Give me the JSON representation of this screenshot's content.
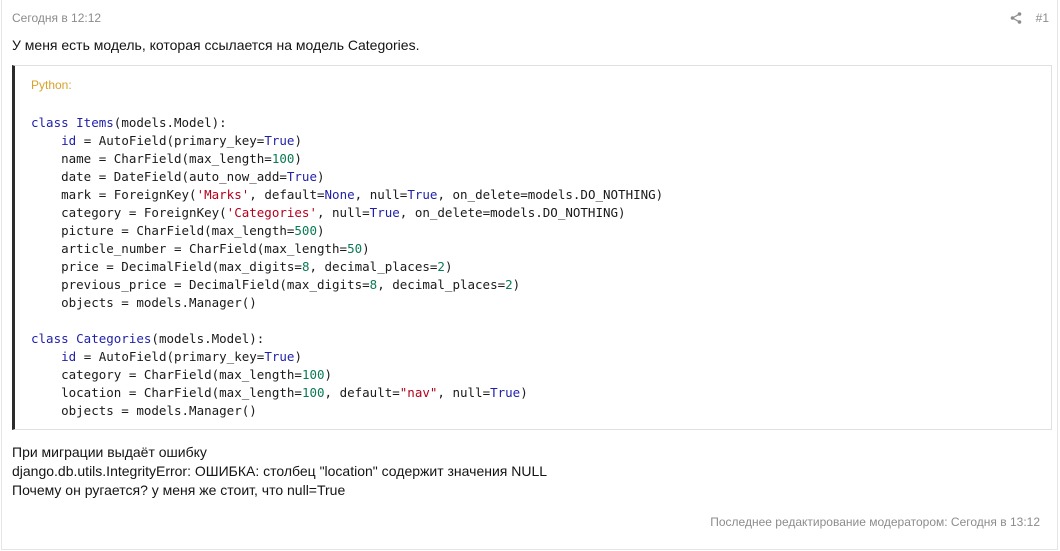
{
  "post": {
    "date": "Сегодня в 12:12",
    "number": "#1",
    "intro": "У меня есть модель, которая ссылается на модель Categories.",
    "code": {
      "language": "Python:",
      "lines": [
        [
          [
            "kw",
            "class "
          ],
          [
            "cls",
            "Items"
          ],
          [
            "t",
            "(models.Model):"
          ]
        ],
        [
          [
            "t",
            "    "
          ],
          [
            "kw",
            "id"
          ],
          [
            "t",
            " = AutoField(primary_key="
          ],
          [
            "const",
            "True"
          ],
          [
            "t",
            ")"
          ]
        ],
        [
          [
            "t",
            "    name = CharField(max_length="
          ],
          [
            "num",
            "100"
          ],
          [
            "t",
            ")"
          ]
        ],
        [
          [
            "t",
            "    date = DateField(auto_now_add="
          ],
          [
            "const",
            "True"
          ],
          [
            "t",
            ")"
          ]
        ],
        [
          [
            "t",
            "    mark = ForeignKey("
          ],
          [
            "str",
            "'Marks'"
          ],
          [
            "t",
            ", default="
          ],
          [
            "const",
            "None"
          ],
          [
            "t",
            ", null="
          ],
          [
            "const",
            "True"
          ],
          [
            "t",
            ", on_delete=models.DO_NOTHING)"
          ]
        ],
        [
          [
            "t",
            "    category = ForeignKey("
          ],
          [
            "str",
            "'Categories'"
          ],
          [
            "t",
            ", null="
          ],
          [
            "const",
            "True"
          ],
          [
            "t",
            ", on_delete=models.DO_NOTHING)"
          ]
        ],
        [
          [
            "t",
            "    picture = CharField(max_length="
          ],
          [
            "num",
            "500"
          ],
          [
            "t",
            ")"
          ]
        ],
        [
          [
            "t",
            "    article_number = CharField(max_length="
          ],
          [
            "num",
            "50"
          ],
          [
            "t",
            ")"
          ]
        ],
        [
          [
            "t",
            "    price = DecimalField(max_digits="
          ],
          [
            "num",
            "8"
          ],
          [
            "t",
            ", decimal_places="
          ],
          [
            "num",
            "2"
          ],
          [
            "t",
            ")"
          ]
        ],
        [
          [
            "t",
            "    previous_price = DecimalField(max_digits="
          ],
          [
            "num",
            "8"
          ],
          [
            "t",
            ", decimal_places="
          ],
          [
            "num",
            "2"
          ],
          [
            "t",
            ")"
          ]
        ],
        [
          [
            "t",
            "    objects = models.Manager()"
          ]
        ],
        [
          [
            "t",
            ""
          ]
        ],
        [
          [
            "kw",
            "class "
          ],
          [
            "cls",
            "Categories"
          ],
          [
            "t",
            "(models.Model):"
          ]
        ],
        [
          [
            "t",
            "    "
          ],
          [
            "kw",
            "id"
          ],
          [
            "t",
            " = AutoField(primary_key="
          ],
          [
            "const",
            "True"
          ],
          [
            "t",
            ")"
          ]
        ],
        [
          [
            "t",
            "    category = CharField(max_length="
          ],
          [
            "num",
            "100"
          ],
          [
            "t",
            ")"
          ]
        ],
        [
          [
            "t",
            "    location = CharField(max_length="
          ],
          [
            "num",
            "100"
          ],
          [
            "t",
            ", default="
          ],
          [
            "str",
            "\"nav\""
          ],
          [
            "t",
            ", null="
          ],
          [
            "const",
            "True"
          ],
          [
            "t",
            ")"
          ]
        ],
        [
          [
            "t",
            "    objects = models.Manager()"
          ]
        ]
      ]
    },
    "body_lines": [
      "При миграции выдаёт ошибку",
      "django.db.utils.IntegrityError: ОШИБКА: столбец \"location\" содержит значения NULL",
      "Почему он ругается? у меня же стоит, что null=True"
    ],
    "edit_note": "Последнее редактирование модератором: Сегодня в 13:12"
  }
}
